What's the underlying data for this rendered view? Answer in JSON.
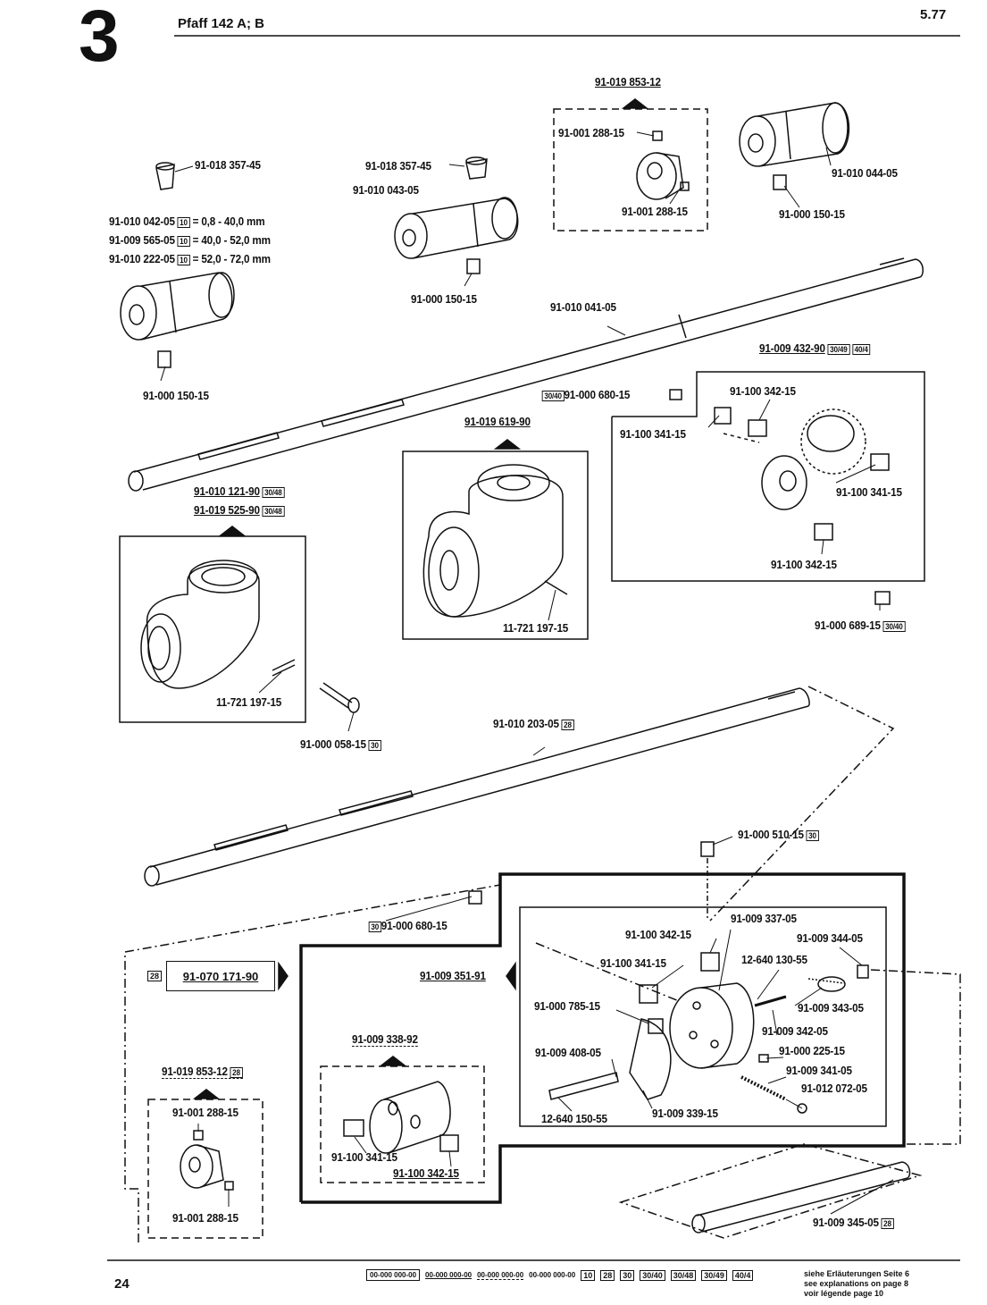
{
  "header": {
    "section_number": "3",
    "title": "Pfaff 142 A; B",
    "date": "5.77"
  },
  "footer": {
    "page_number": "24",
    "legend_codes": [
      "00-000 000-00",
      "00-000 000-00",
      "00-000 000-00",
      "00-000 000-00"
    ],
    "legend_boxes": [
      "10",
      "28",
      "30",
      "30/40",
      "30/48",
      "30/49",
      "40/4"
    ],
    "note": [
      "siehe Erläuterungen Seite 6",
      "see explanations on page 8",
      "voir légende page 10"
    ]
  },
  "parts": {
    "p_top_grp": "91-019 853-12",
    "p_001_288_a": "91-001 288-15",
    "p_001_288_b": "91-001 288-15",
    "p_010_044": "91-010 044-05",
    "p_000_150_a": "91-000 150-15",
    "p_018_357_a": "91-018 357-45",
    "p_018_357_b": "91-018 357-45",
    "p_010_043": "91-010 043-05",
    "p_010_042": "91-010 042-05",
    "p_010_042_spec": "= 0,8 - 40,0 mm",
    "p_009_565": "91-009 565-05",
    "p_009_565_spec": "= 40,0 - 52,0 mm",
    "p_010_222": "91-010 222-05",
    "p_010_222_spec": "= 52,0 - 72,0 mm",
    "p_000_150_b": "91-000 150-15",
    "p_000_150_c": "91-000 150-15",
    "p_010_041": "91-010 041-05",
    "p_009_432": "91-009 432-90",
    "p_000_680_a": "91-000 680-15",
    "p_100_342_a": "91-100 342-15",
    "p_100_341_a": "91-100 341-15",
    "p_019_619": "91-019 619-90",
    "p_100_341_b": "91-100 341-15",
    "p_100_342_b": "91-100 342-15",
    "p_010_121": "91-010 121-90",
    "p_019_525": "91-019 525-90",
    "p_721_197_a": "11-721 197-15",
    "p_721_197_b": "11-721 197-15",
    "p_000_689": "91-000 689-15",
    "p_000_058": "91-000 058-15",
    "p_010_203": "91-010 203-05",
    "p_000_510": "91-000 510-15",
    "p_000_680_b": "91-000 680-15",
    "p_009_337": "91-009 337-05",
    "p_100_342_c": "91-100 342-15",
    "p_009_344": "91-009 344-05",
    "p_100_341_c": "91-100 341-15",
    "p_640_130": "12-640 130-55",
    "p_070_171": "91-070 171-90",
    "p_009_351": "91-009 351-91",
    "p_000_785": "91-000 785-15",
    "p_009_343": "91-009 343-05",
    "p_009_342": "91-009 342-05",
    "p_009_338": "91-009 338-92",
    "p_009_408": "91-009 408-05",
    "p_000_225": "91-000 225-15",
    "p_009_341": "91-009 341-05",
    "p_012_072": "91-012 072-05",
    "p_019_853_b": "91-019 853-12",
    "p_640_150": "12-640 150-55",
    "p_009_339": "91-009 339-15",
    "p_001_288_c": "91-001 288-15",
    "p_100_341_d": "91-100 341-15",
    "p_100_342_d": "91-100 342-15",
    "p_001_288_d": "91-001 288-15",
    "p_009_345": "91-009 345-05"
  },
  "tags": {
    "t10": "10",
    "t28": "28",
    "t30": "30",
    "t3040": "30/40",
    "t3048": "30/48",
    "t3049": "30/49",
    "t404": "40/4"
  }
}
